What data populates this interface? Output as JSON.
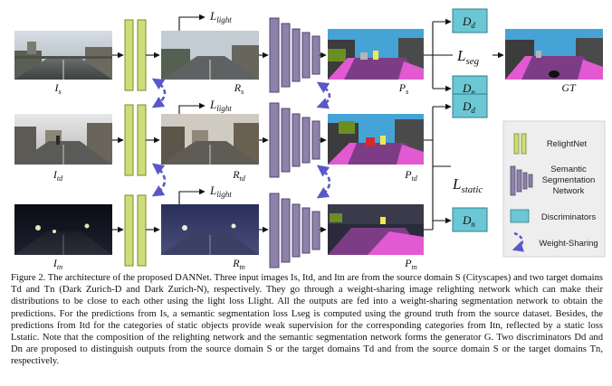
{
  "rows": [
    {
      "input_label": "I_s",
      "input_sub": "s",
      "relit_label": "R_s",
      "relit_sub": "s",
      "pred_label": "P_s",
      "pred_sub": "s",
      "loss_label": "L_light",
      "loss_sub": "light"
    },
    {
      "input_label": "I_td",
      "input_sub": "td",
      "relit_label": "R_td",
      "relit_sub": "td",
      "pred_label": "P_td",
      "pred_sub": "td",
      "loss_label": "L_light",
      "loss_sub": "light"
    },
    {
      "input_label": "I_tn",
      "input_sub": "tn",
      "relit_label": "R_tn",
      "relit_sub": "tn",
      "pred_label": "P_tn",
      "pred_sub": "tn",
      "loss_label": "L_light",
      "loss_sub": "light"
    }
  ],
  "gt_label": "GT",
  "seg_loss": {
    "main": "L",
    "sub": "seg"
  },
  "static_loss": {
    "main": "L",
    "sub": "static"
  },
  "discriminators": [
    {
      "main": "D",
      "sub": "d"
    },
    {
      "main": "D",
      "sub": "n"
    },
    {
      "main": "D",
      "sub": "d"
    },
    {
      "main": "D",
      "sub": "n"
    }
  ],
  "legend": {
    "relightnet": "RelightNet",
    "segnet_line1": "Semantic",
    "segnet_line2": "Segmentation",
    "segnet_line3": "Network",
    "discriminators": "Discriminators",
    "weight_sharing": "Weight-Sharing"
  },
  "caption": {
    "text": "Figure 2. The architecture of the proposed DANNet. Three input images Is, Itd, and Itn are from the source domain S (Cityscapes) and two target domains Td and Tn (Dark Zurich-D and Dark Zurich-N), respectively. They go through a weight-sharing image relighting network which can make their distributions to be close to each other using the light loss Llight. All the outputs are fed into a weight-sharing segmentation network to obtain the predictions. For the predictions from Is, a semantic segmentation loss Lseg is computed using the ground truth from the source dataset. Besides, the predictions from Itd for the categories of static objects provide weak supervision for the corresponding categories from Itn, reflected by a static loss Lstatic. Note that the composition of the relighting network and the semantic segmentation network forms the generator G. Two discriminators Dd and Dn are proposed to distinguish outputs from the source domain S or the target domains Td and from the source domain S or the target domains Tn, respectively."
  },
  "colors": {
    "relight": "#cfdc7a",
    "relight_stroke": "#7d8a2c",
    "segnet": "#8e82aa",
    "segnet_stroke": "#4f4670",
    "disc": "#6cc7d4",
    "disc_stroke": "#2d7f8c",
    "share": "#5a58c8"
  }
}
